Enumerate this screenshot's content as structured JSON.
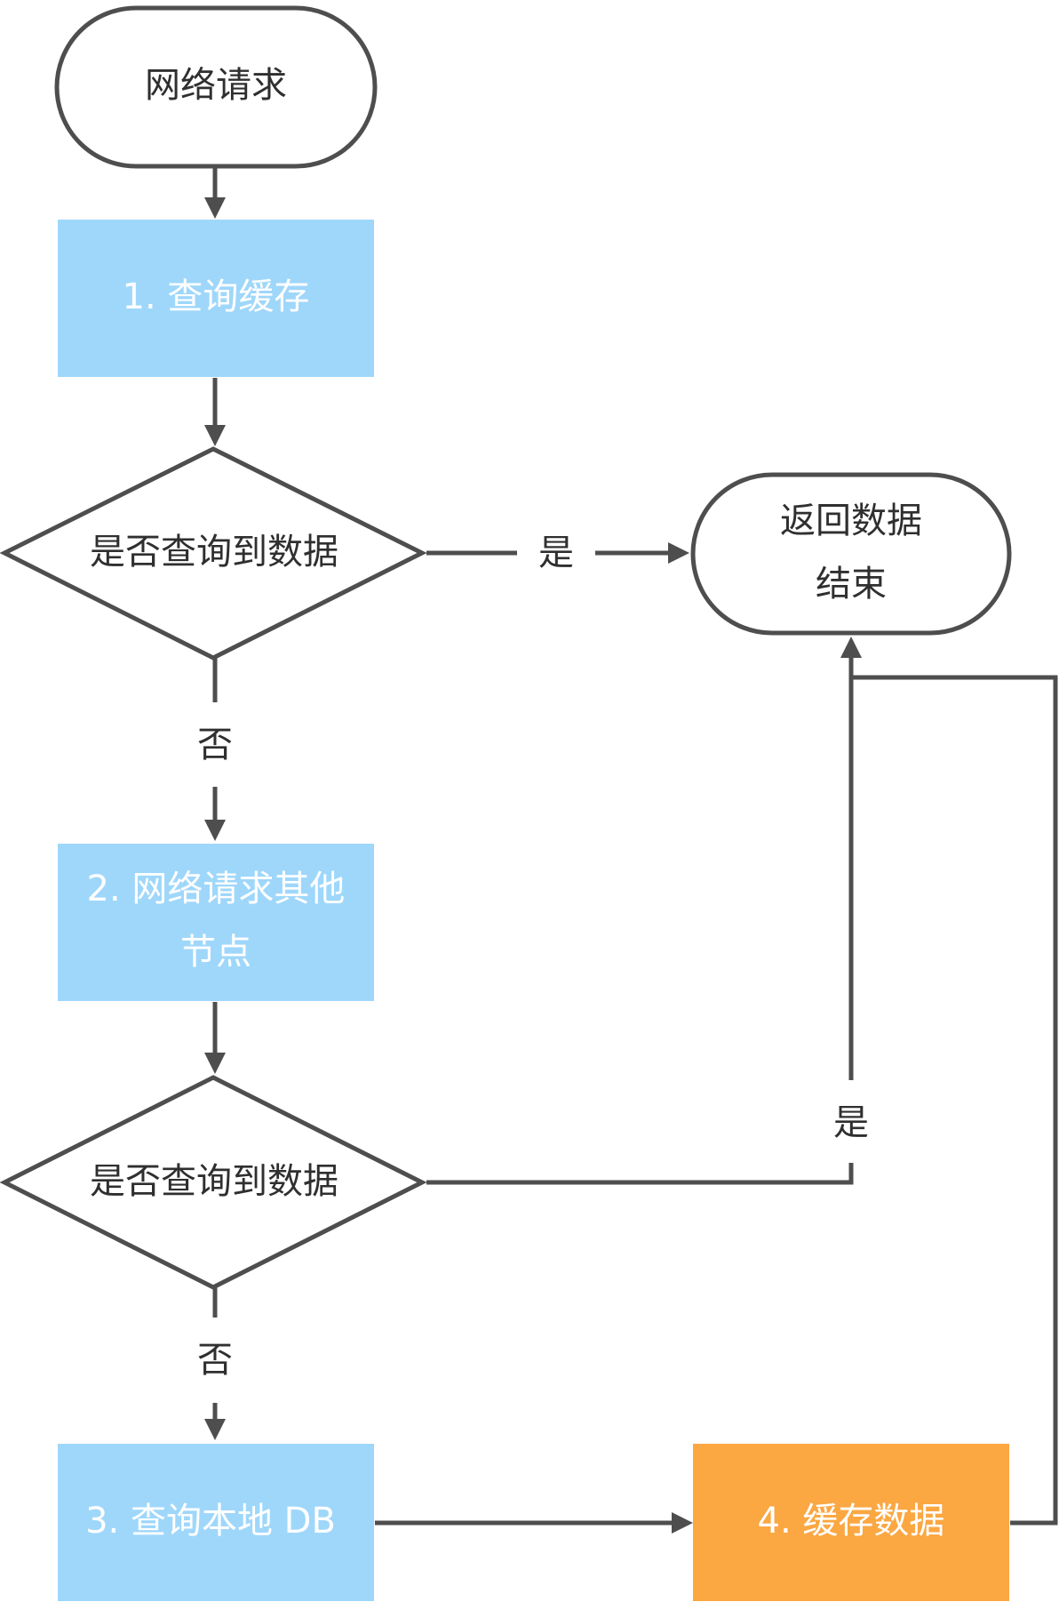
{
  "nodes": {
    "start": "网络请求",
    "query_cache": "1. 查询缓存",
    "decision_1": "是否查询到数据",
    "return_line1": "返回数据",
    "return_line2": "结束",
    "request_other_line1": "2. 网络请求其他",
    "request_other_line2": "节点",
    "decision_2": "是否查询到数据",
    "query_local_db": "3. 查询本地 DB",
    "cache_data": "4. 缓存数据"
  },
  "edge_labels": {
    "yes_1": "是",
    "no_1": "否",
    "yes_2": "是",
    "no_2": "否"
  },
  "colors": {
    "process_box": "#9fd7fb",
    "cache_box": "#fba742",
    "line": "#4e4e4e"
  }
}
